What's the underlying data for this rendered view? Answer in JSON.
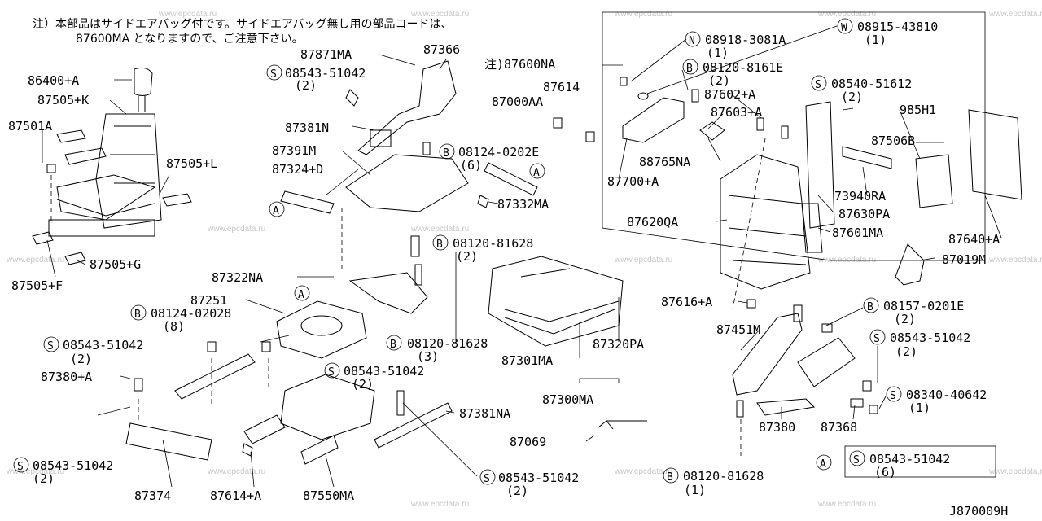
{
  "note": {
    "line1": "注）本部品はサイドエアバッグ付です。サイドエアバッグ無し用の部品コードは、",
    "line2": "87600MA となりますので、ご注意下さい。"
  },
  "watermark": "www.epcdata.ru",
  "diagram_code": "J870009H",
  "callout_note_prefix": "注)",
  "labels": {
    "p86400A": "86400+A",
    "p87505K": "87505+K",
    "p87501A": "87501A",
    "p87505L": "87505+L",
    "p87505G": "87505+G",
    "p87505F": "87505+F",
    "p87871MA": "87871MA",
    "p87366": "87366",
    "s08543_51042_a": "08543-51042",
    "q2_a": "(2)",
    "p87381N": "87381N",
    "p87391M": "87391M",
    "p87324D": "87324+D",
    "b08124_0202E": "08124-0202E",
    "q6_a": "(6)",
    "p87332MA": "87332MA",
    "b08120_81628_a": "08120-81628",
    "q2_b": "(2)",
    "p87322NA": "87322NA",
    "p87251": "87251",
    "b08124_02028": "08124-02028",
    "q8": "(8)",
    "s08543_51042_b": "08543-51042",
    "q2_c": "(2)",
    "p87380A": "87380+A",
    "b08120_81628_b": "08120-81628",
    "q3": "(3)",
    "s08543_51042_c": "08543-51042",
    "q2_d": "(2)",
    "p87301MA": "87301MA",
    "p87320PA": "87320PA",
    "p87300MA": "87300MA",
    "p87381NA": "87381NA",
    "p87069": "87069",
    "s08543_51042_d": "08543-51042",
    "q2_e": "(2)",
    "p87374": "87374",
    "p87614A": "87614+A",
    "p87550MA": "87550MA",
    "s08543_51042_e": "08543-51042",
    "q2_f": "(2)",
    "p87600NA": "87600NA",
    "p87614": "87614",
    "p87000AA": "87000AA",
    "n08918_3081A": "08918-3081A",
    "q1_a": "(1)",
    "w08915_43810": "08915-43810",
    "q1_b": "(1)",
    "b08120_8161E": "08120-8161E",
    "q2_g": "(2)",
    "p87602A": "87602+A",
    "p87603A": "87603+A",
    "s08540_51612": "08540-51612",
    "q2_h": "(2)",
    "p985H1": "985H1",
    "p87506B": "87506B",
    "p88765NA": "88765NA",
    "p87700A": "87700+A",
    "p73940RA": "73940RA",
    "p87630PA": "87630PA",
    "p87620QA": "87620QA",
    "p87601MA": "87601MA",
    "p87640A": "87640+A",
    "p87019M": "87019M",
    "p87616A": "87616+A",
    "b08157_0201E": "08157-0201E",
    "q2_i": "(2)",
    "p87451M": "87451M",
    "s08543_51042_f": "08543-51042",
    "q2_j": "(2)",
    "s08340_40642": "08340-40642",
    "q1_c": "(1)",
    "p87380": "87380",
    "p87368": "87368",
    "a08543_51042": "08543-51042",
    "q6_b": "(6)",
    "b08120_81628_c": "08120-81628",
    "q1_d": "(1)"
  },
  "symbols": {
    "A": "A",
    "B": "B",
    "S": "S",
    "N": "N",
    "W": "W"
  }
}
